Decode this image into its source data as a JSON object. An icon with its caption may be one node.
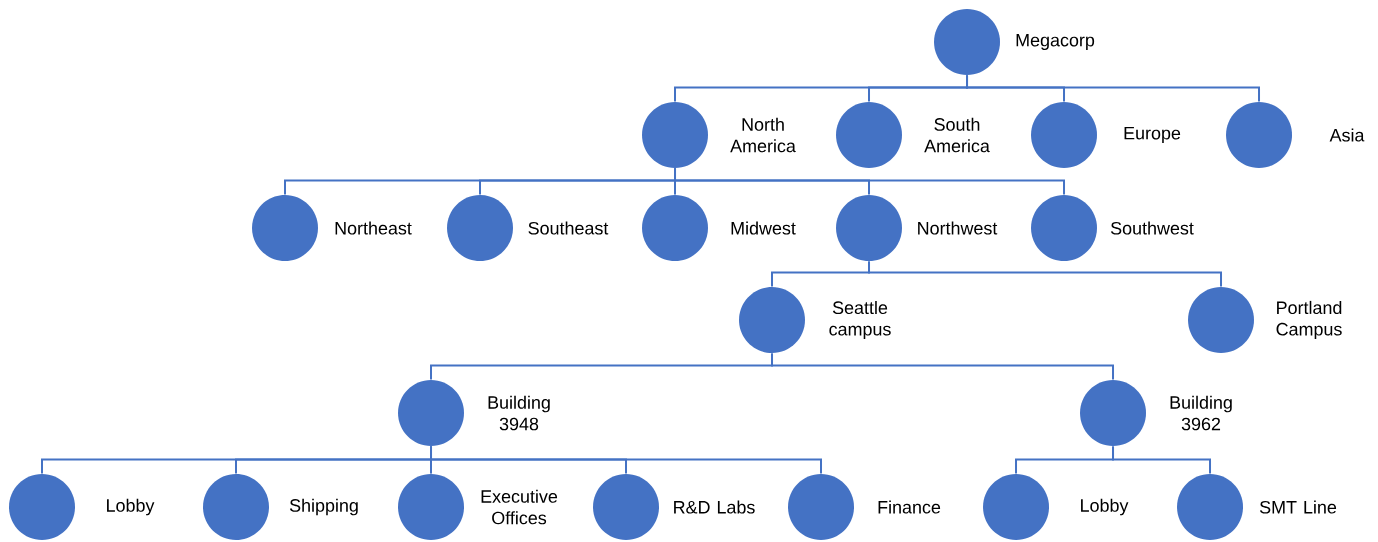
{
  "diagram": {
    "nodes": [
      {
        "text": [
          "Megacorp"
        ]
      },
      {
        "text": [
          "North America"
        ]
      },
      {
        "text": [
          "South America"
        ]
      },
      {
        "text": [
          "Europe"
        ]
      },
      {
        "text": [
          "Asia"
        ]
      },
      {
        "text": [
          "Northeast"
        ]
      },
      {
        "text": [
          "Southeast"
        ]
      },
      {
        "text": [
          "Midwest"
        ]
      },
      {
        "text": [
          "Northwest"
        ]
      },
      {
        "text": [
          "Southwest"
        ]
      },
      {
        "text": [
          "Seattle campus"
        ]
      },
      {
        "text": [
          "Portland Campus"
        ]
      },
      {
        "text": [
          "Building 3948"
        ]
      },
      {
        "text": [
          "Building 3962"
        ]
      },
      {
        "text": [
          "Lobby"
        ]
      },
      {
        "text": [
          "Shipping"
        ]
      },
      {
        "text": [
          "Executive Offices"
        ]
      },
      {
        "text": [
          "R&D Labs"
        ]
      },
      {
        "text": [
          "Finance"
        ]
      },
      {
        "text": [
          "Lobby"
        ]
      },
      {
        "text": [
          "SMT Line"
        ]
      }
    ],
    "edges": [
      {
        "from": 0,
        "to": 1,
        "arrow": "none"
      },
      {
        "from": 0,
        "to": 2,
        "arrow": "none"
      },
      {
        "from": 0,
        "to": 3,
        "arrow": "none"
      },
      {
        "from": 0,
        "to": 4,
        "arrow": "none"
      },
      {
        "from": 1,
        "to": 5,
        "arrow": "none"
      },
      {
        "from": 1,
        "to": 6,
        "arrow": "none"
      },
      {
        "from": 1,
        "to": 7,
        "arrow": "none"
      },
      {
        "from": 1,
        "to": 8,
        "arrow": "none"
      },
      {
        "from": 1,
        "to": 9,
        "arrow": "none"
      },
      {
        "from": 8,
        "to": 10,
        "arrow": "none"
      },
      {
        "from": 8,
        "to": 11,
        "arrow": "none"
      },
      {
        "from": 10,
        "to": 12,
        "arrow": "none"
      },
      {
        "from": 10,
        "to": 13,
        "arrow": "none"
      },
      {
        "from": 12,
        "to": 14,
        "arrow": "none"
      },
      {
        "from": 12,
        "to": 15,
        "arrow": "none"
      },
      {
        "from": 12,
        "to": 16,
        "arrow": "none"
      },
      {
        "from": 12,
        "to": 17,
        "arrow": "none"
      },
      {
        "from": 12,
        "to": 18,
        "arrow": "none"
      },
      {
        "from": 13,
        "to": 19,
        "arrow": "none"
      },
      {
        "from": 13,
        "to": 20,
        "arrow": "none"
      }
    ]
  }
}
